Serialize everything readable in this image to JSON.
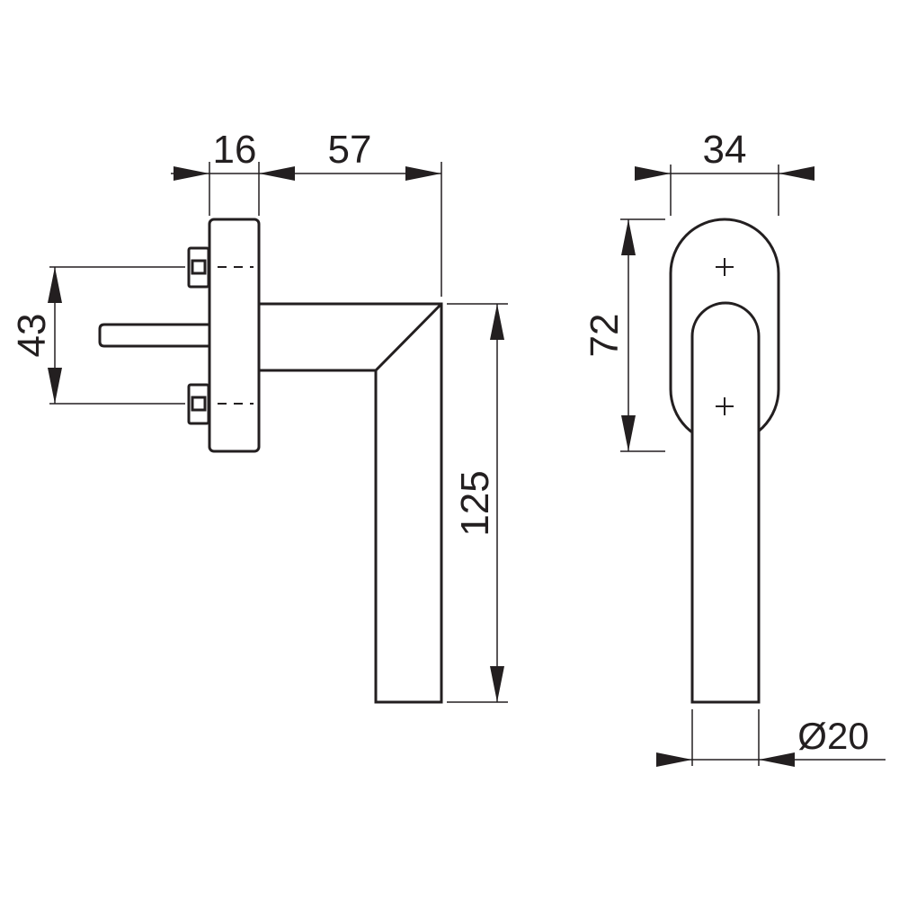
{
  "dimensions": {
    "rose_thickness": "16",
    "projection": "57",
    "screw_spacing": "43",
    "handle_length": "125",
    "rose_width": "34",
    "rose_height": "72",
    "grip_diameter": "Ø20"
  },
  "colors": {
    "line": "#231f20",
    "background": "#ffffff"
  }
}
